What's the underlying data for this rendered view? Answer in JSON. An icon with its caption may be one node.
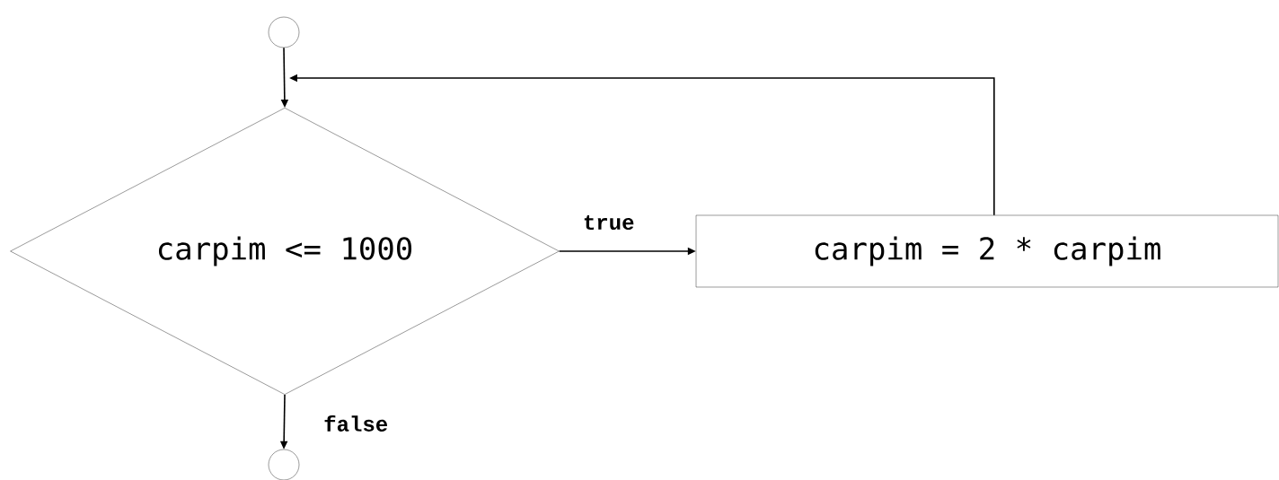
{
  "diagram": {
    "nodes": [
      {
        "text": [],
        "shape": "circle"
      },
      {
        "text": [
          "carpim <= 1000"
        ]
      },
      {
        "text": [
          "carpim = 2 * carpim"
        ]
      },
      {
        "text": [],
        "shape": "circle"
      }
    ],
    "edges": [
      {
        "from": 0,
        "to": 1,
        "arrow": "to"
      },
      {
        "from": 1,
        "to": 2,
        "label": "true",
        "arrow": "to"
      },
      {
        "from": 2,
        "to": 1,
        "arrow": "to"
      },
      {
        "from": 1,
        "to": 3,
        "label": "false",
        "arrow": "to"
      }
    ]
  }
}
